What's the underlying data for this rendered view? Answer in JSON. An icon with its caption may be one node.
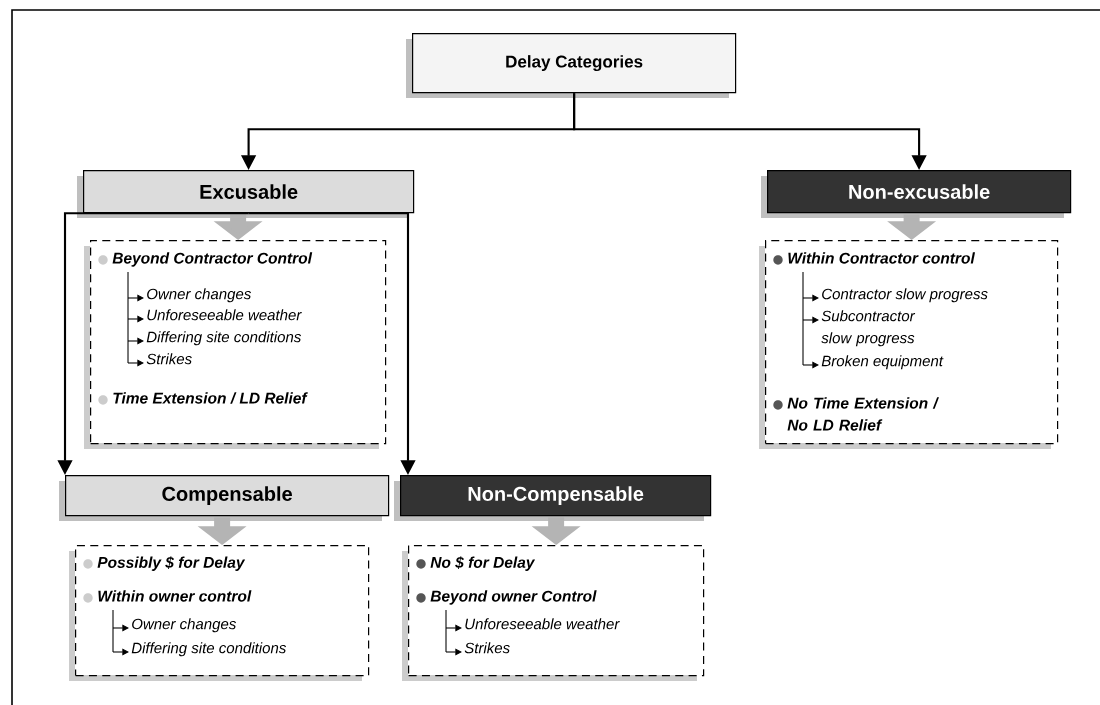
{
  "diagram": {
    "nodes": [
      {
        "text": [
          "Delay Categories"
        ]
      },
      {
        "text": [
          "Excusable"
        ]
      },
      {
        "text": [
          "Beyond Contractor Control",
          "Owner changes",
          "Unforeseeable weather",
          "Differing site conditions",
          "Strikes",
          "Time Extension / LD Relief"
        ]
      },
      {
        "text": [
          "Non-excusable"
        ]
      },
      {
        "text": [
          "Within Contractor control",
          "Contractor slow progress",
          "Subcontractor slow progress",
          "Broken equipment",
          "No Time Extension / No LD Relief"
        ]
      },
      {
        "text": [
          "Compensable"
        ]
      },
      {
        "text": [
          "Possibly $ for Delay",
          "Within owner control",
          "Owner changes",
          "Differing site conditions"
        ]
      },
      {
        "text": [
          "Non-Compensable"
        ]
      },
      {
        "text": [
          "No $ for Delay",
          "Beyond owner Control",
          "Unforeseeable weather",
          "Strikes"
        ]
      }
    ],
    "edges": [
      {
        "from": 0,
        "to": 1,
        "arrow": "to"
      },
      {
        "from": 0,
        "to": 3,
        "arrow": "to"
      },
      {
        "from": 1,
        "to": 2,
        "arrow": "to",
        "style": "thick",
        "color": "#b4b4b4"
      },
      {
        "from": 3,
        "to": 4,
        "arrow": "to",
        "style": "thick",
        "color": "#b4b4b4"
      },
      {
        "from": 1,
        "to": 5,
        "arrow": "to"
      },
      {
        "from": 1,
        "to": 7,
        "arrow": "to"
      },
      {
        "from": 5,
        "to": 6,
        "arrow": "to",
        "style": "thick",
        "color": "#b4b4b4"
      },
      {
        "from": 7,
        "to": 8,
        "arrow": "to",
        "style": "thick",
        "color": "#b4b4b4"
      }
    ]
  }
}
